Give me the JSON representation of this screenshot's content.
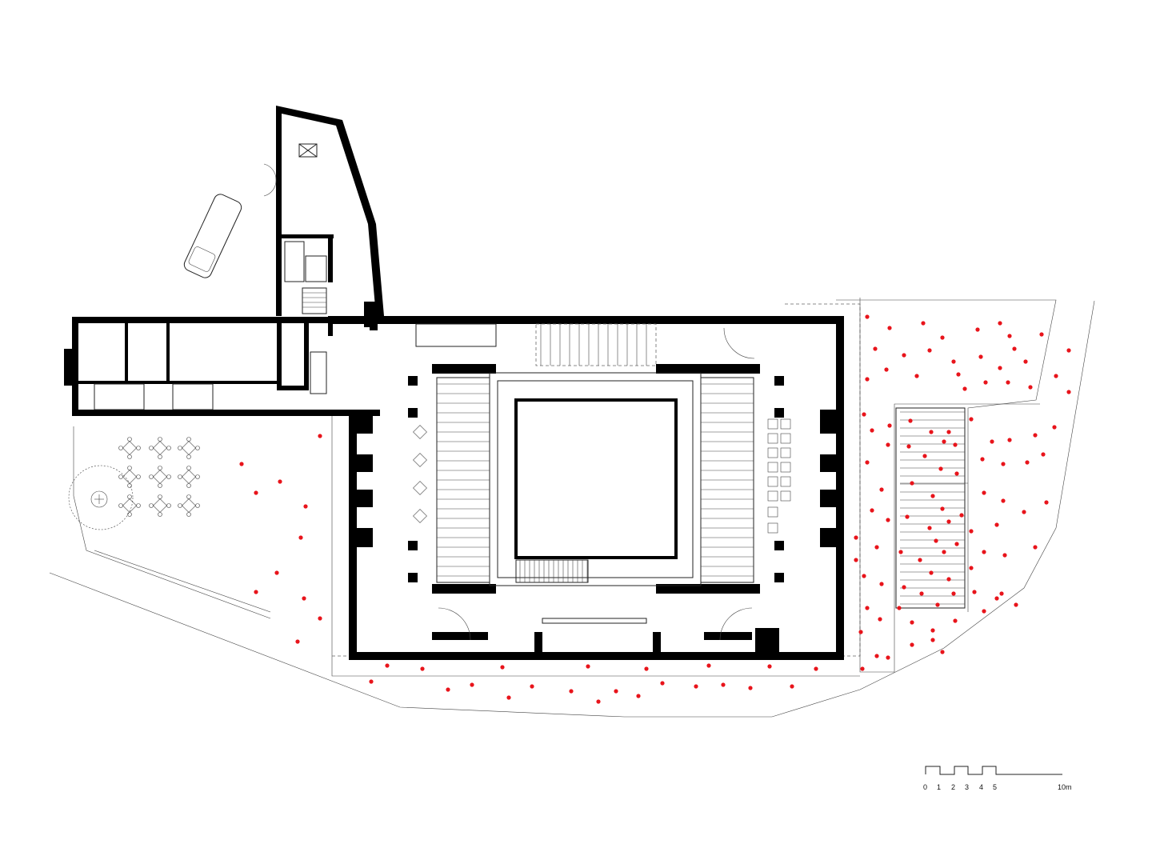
{
  "scale_bar": {
    "ticks": [
      "0",
      "1",
      "2",
      "3",
      "4",
      "5"
    ],
    "end_label": "10m"
  },
  "colors": {
    "wall": "#000000",
    "tree_marker": "#e8141b",
    "background": "#ffffff"
  },
  "icons": [
    "tree-marker",
    "car-icon",
    "table-chair-set-icon",
    "staircase-icon",
    "toilet-icon"
  ]
}
